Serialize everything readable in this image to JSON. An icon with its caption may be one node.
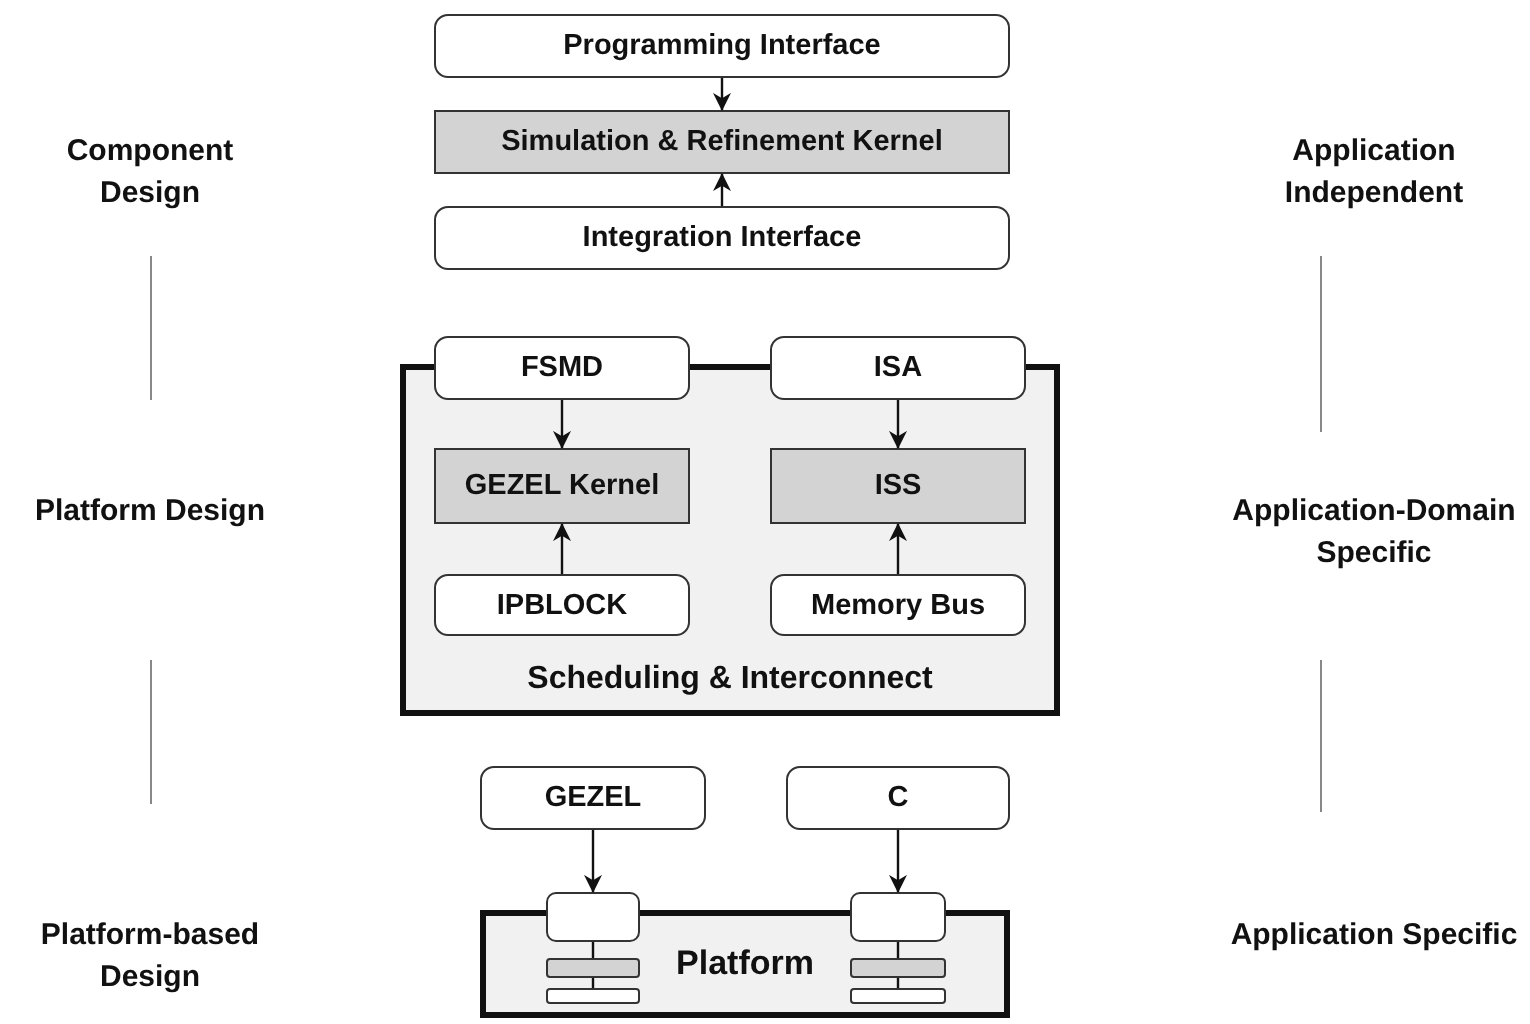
{
  "diagram": {
    "nodes": [
      {
        "text": [
          "Programming Interface"
        ]
      },
      {
        "text": [
          "Simulation & Refinement Kernel"
        ]
      },
      {
        "text": [
          "Integration Interface"
        ]
      },
      {
        "text": [
          "Scheduling & Interconnect"
        ]
      },
      {
        "text": [
          "FSMD"
        ]
      },
      {
        "text": [
          "ISA"
        ]
      },
      {
        "text": [
          "GEZEL Kernel"
        ],
        "in": 3
      },
      {
        "text": [
          "ISS"
        ],
        "in": 3
      },
      {
        "text": [
          "IPBLOCK"
        ],
        "in": 3
      },
      {
        "text": [
          "Memory Bus"
        ],
        "in": 3
      },
      {
        "text": [
          "GEZEL"
        ]
      },
      {
        "text": [
          "C"
        ]
      },
      {
        "text": [
          "Platform"
        ]
      },
      {
        "text": [],
        "shape": "box"
      },
      {
        "text": [],
        "shape": "box"
      },
      {
        "text": [],
        "shape": "bar",
        "in": 12
      },
      {
        "text": [],
        "shape": "bar",
        "in": 12
      },
      {
        "text": [],
        "shape": "bar",
        "in": 12
      },
      {
        "text": [],
        "shape": "bar",
        "in": 12
      }
    ],
    "edges": [
      {
        "from": 0,
        "to": 1,
        "arrow": "to"
      },
      {
        "from": 2,
        "to": 1,
        "arrow": "to"
      },
      {
        "from": 4,
        "to": 6,
        "arrow": "to"
      },
      {
        "from": 8,
        "to": 6,
        "arrow": "to"
      },
      {
        "from": 5,
        "to": 7,
        "arrow": "to"
      },
      {
        "from": 9,
        "to": 7,
        "arrow": "to"
      },
      {
        "from": 10,
        "to": 13,
        "arrow": "to"
      },
      {
        "from": 11,
        "to": 14,
        "arrow": "to"
      },
      {
        "from": 13,
        "to": 15,
        "arrow": "none"
      },
      {
        "from": 15,
        "to": 16,
        "arrow": "none"
      },
      {
        "from": 14,
        "to": 17,
        "arrow": "none"
      },
      {
        "from": 17,
        "to": 18,
        "arrow": "none"
      }
    ],
    "labels": [
      "Component Design",
      "Application Independent",
      "Platform Design",
      "Application-Domain Specific",
      "Platform-based Design",
      "Application Specific"
    ]
  }
}
